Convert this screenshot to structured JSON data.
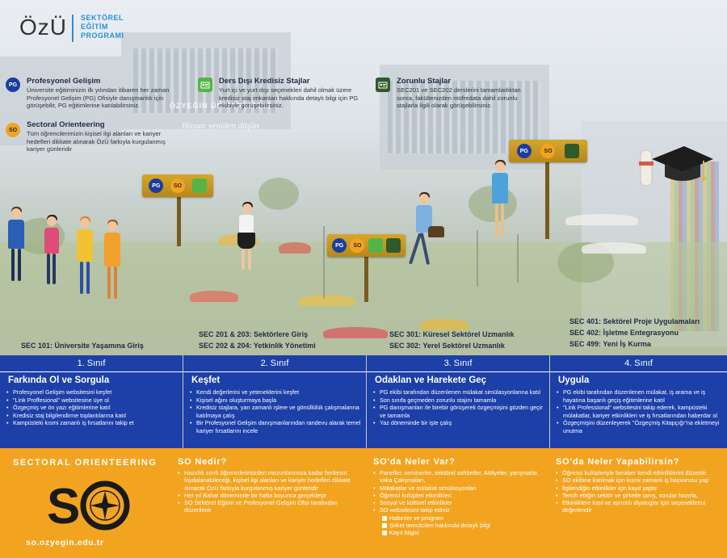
{
  "header": {
    "logo": "ÖzÜ",
    "program_lines": [
      "SEKTÖREL",
      "EĞİTİM",
      "PROGRAMI"
    ]
  },
  "watermark": {
    "university": "ÖZYEĞİN ÜNİVERSİTESİ",
    "slogan": "Hayatı yeniden düşün"
  },
  "info": {
    "pg": {
      "badge": "PG",
      "title": "Profesyonel Gelişim",
      "text": "Üniversite eğitiminizin ilk yılından itibaren her zaman Profesyonel Gelişim (PG) Ofisiyle danışmanlık için görüşebilir, PG eğitimlerine katılabilirsiniz."
    },
    "so": {
      "badge": "SO",
      "title": "Sectoral Orienteering",
      "text": "Tüm öğrencilerimizin kişisel ilgi alanları ve kariyer hedefleri dikkate alınarak ÖzÜ farkıyla kurgulanmış kariyer günleridir"
    },
    "ders": {
      "title": "Ders Dışı Kredisiz Stajlar",
      "text": "Yurt içi ve yurt dışı seçenekleri dahil olmak üzere kredisiz staj imkanları hakkında detaylı bilgi için PG ekibiyle görüşebilirsiniz."
    },
    "zorunlu": {
      "title": "Zorunlu Stajlar",
      "text": "SEC201 ve SEC202 derslerini tamamladıktan sonra, fakültenizden müfredata dahil zorunlu stajlarla ilgili olarak görüşebilirsiniz."
    }
  },
  "courses": {
    "y1": [
      "SEC 101: Üniversite Yaşamına Giriş"
    ],
    "y2": [
      "SEC 201 & 203: Sektörlere Giriş",
      "SEC 202 & 204: Yetkinlik Yönetimi"
    ],
    "y3": [
      "SEC 301: Küresel Sektörel Uzmanlık",
      "SEC 302: Yerel Sektörel Uzmanlık"
    ],
    "y4": [
      "SEC 401: Sektörel Proje Uygulamaları",
      "SEC 402: İşletme Entegrasyonu",
      "SEC 499: Yeni İş Kurma"
    ]
  },
  "years": [
    {
      "label": "1. Sınıf",
      "title": "Farkında Ol ve Sorgula",
      "items": [
        "Profesyonel Gelişim websitesini keşfet",
        "\"Link Proffesional\" websitesine üye ol",
        "Özgeçmiş ve ön yazı eğitimlerine katıl",
        "Kredisiz staj bilgilendirme toplantılarına katıl",
        "Kampüsteki kısmi zamanlı iş fırsatlarını takip et"
      ]
    },
    {
      "label": "2. Sınıf",
      "title": "Keşfet",
      "items": [
        "Kendi değerlerini ve yeteneklerini keşfet",
        "Kişisel ağını oluşturmaya başla",
        "Kredisiz stajlara, yarı zamanlı işlere ve gönüllülük çalışmalarına katılmaya çalış",
        "Bir Profesyonel Gelişim danışmanlarından randevu alarak temel kariyer fırsatlarını incele"
      ]
    },
    {
      "label": "3. Sınıf",
      "title": "Odaklan ve Harekete Geç",
      "items": [
        "PG ekibi tarafından düzenlenen mülakat simülasyonlarına katıl",
        "Son sınıfa geçmeden zorunlu stajını tamamla",
        "PG danışmanları ile birebir görüşerek özgeçmişini gözden geçir ve tamamla",
        "Yaz döneminde bir işte çalış"
      ]
    },
    {
      "label": "4. Sınıf",
      "title": "Uygula",
      "items": [
        "PG ekibi tarafından düzenlenen mülakat, iş arama ve iş hayatına başarılı geçiş eğitimlerine katıl",
        "\"Link Professional\" websitesini takip ederek, kampüsteki mülakatlar, kariyer etkinlikleri ve iş fırsatlarından haberdar ol",
        "Özgeçmişini düzenleyerek \"Özgeçmiş Kitapçığı\"na ekletmeyi unutma"
      ]
    }
  ],
  "sign_badges": {
    "pg": "PG",
    "so": "SO"
  },
  "bottom": {
    "brand_title": "SECTORAL ORIENTEERING",
    "brand_logo": "SO",
    "url": "so.ozyegin.edu.tr",
    "nedir": {
      "title": "SO Nedir?",
      "items": [
        "Hazırlık sınıfı öğrencilerimizden mezunlarımıza kadar herkesin faydalanabileceği, kişisel ilgi alanları ve kariyer hedefleri dikkate alınarak ÖzÜ farkıyla kurgulanmış kariyer günleridir",
        "Her yıl Bahar döneminde bir hafta boyunca gerçekleşir",
        "SO Sektörel Eğitim ve Profesyonel Gelişim Ofisi tarafından düzenlenir"
      ]
    },
    "neler_var": {
      "title": "SO'da Neler Var?",
      "items": [
        "Paneller, seminerler, sektörel sohbetler, Atölyeler, yarışmalar, vaka Çalışmaları,",
        "Mülakatlar ve mülakat simülasyonları",
        "Öğrenci kulüpleri etkinlikleri",
        "Sosyal ve kültürel etkinlikler",
        "SO websitesini takip ediniz"
      ],
      "checks": [
        "Haberler ve program",
        "Şirket temsilcileri hakkında detaylı bilgi",
        "Kayıt bilgisi"
      ]
    },
    "yapabilirsin": {
      "title": "SO'da Neler Yapabilirsin?",
      "items": [
        "Öğrenci kulüpleriyle beraber kendi etkinliklerini düzenle",
        "SO ekibine katılmak için kısmi zamanlı iş başvurusu yap",
        "İlgilendiğin etkinlikler için kayıt yaptır",
        "Tercih ettiğin sektör ve şirketle tanış, sorular hazırla,",
        "Etkinliklere katıl ve ayrıntılı diyaloglar için seçeneklerini değerlendir"
      ]
    }
  },
  "colors": {
    "navy": "#1c3fa8",
    "orange": "#f2a421",
    "pg": "#1b3d9e",
    "green": "#55b447",
    "dark_green": "#2f5a2c",
    "sign": "#c9961f"
  },
  "icons": [
    "badge-pg-icon",
    "badge-so-icon",
    "internship-badge-icon",
    "mandatory-internship-icon",
    "graduation-cap-icon",
    "diploma-icon",
    "compass-icon",
    "checkbox-icon"
  ]
}
